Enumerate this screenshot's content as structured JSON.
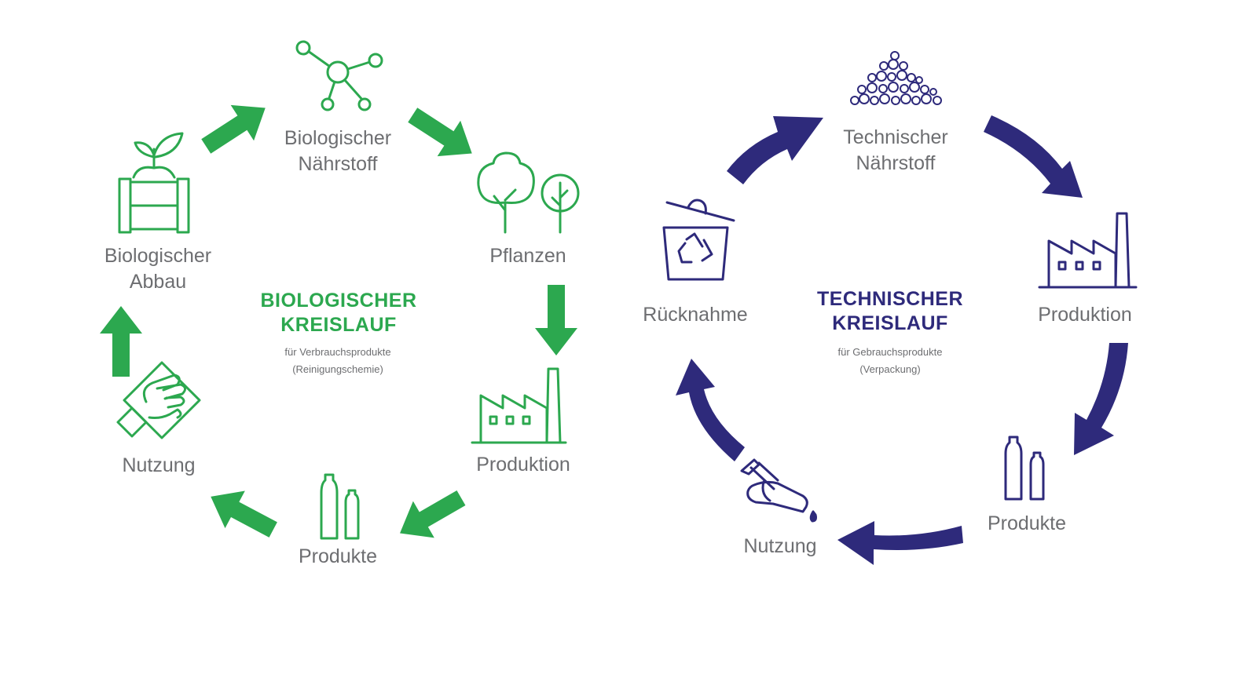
{
  "colors": {
    "bio": "#2ca84f",
    "tech": "#2e2a7b",
    "label": "#6d6e71"
  },
  "bio": {
    "title": [
      "BIOLOGISCHER",
      "KREISLAUF"
    ],
    "subtitle": [
      "für Verbrauchsprodukte",
      "(Reinigungschemie)"
    ],
    "nodes": [
      {
        "icon": "molecule-icon",
        "lines": [
          "Biologischer",
          "Nährstoff"
        ]
      },
      {
        "icon": "trees-icon",
        "lines": [
          "Pflanzen"
        ]
      },
      {
        "icon": "factory-icon",
        "lines": [
          "Produktion"
        ]
      },
      {
        "icon": "bottles-icon",
        "lines": [
          "Produkte"
        ]
      },
      {
        "icon": "hand-cloth-icon",
        "lines": [
          "Nutzung"
        ]
      },
      {
        "icon": "compost-icon",
        "lines": [
          "Biologischer",
          "Abbau"
        ]
      }
    ]
  },
  "tech": {
    "title": [
      "TECHNISCHER",
      "KREISLAUF"
    ],
    "subtitle": [
      "für Gebrauchsprodukte",
      "(Verpackung)"
    ],
    "nodes": [
      {
        "icon": "granulate-pile-icon",
        "lines": [
          "Technischer",
          "Nährstoff"
        ]
      },
      {
        "icon": "factory-icon",
        "lines": [
          "Produktion"
        ]
      },
      {
        "icon": "bottles-icon",
        "lines": [
          "Produkte"
        ]
      },
      {
        "icon": "pouring-bottle-icon",
        "lines": [
          "Nutzung"
        ]
      },
      {
        "icon": "recycling-bin-icon",
        "lines": [
          "Rücknahme"
        ]
      }
    ]
  }
}
